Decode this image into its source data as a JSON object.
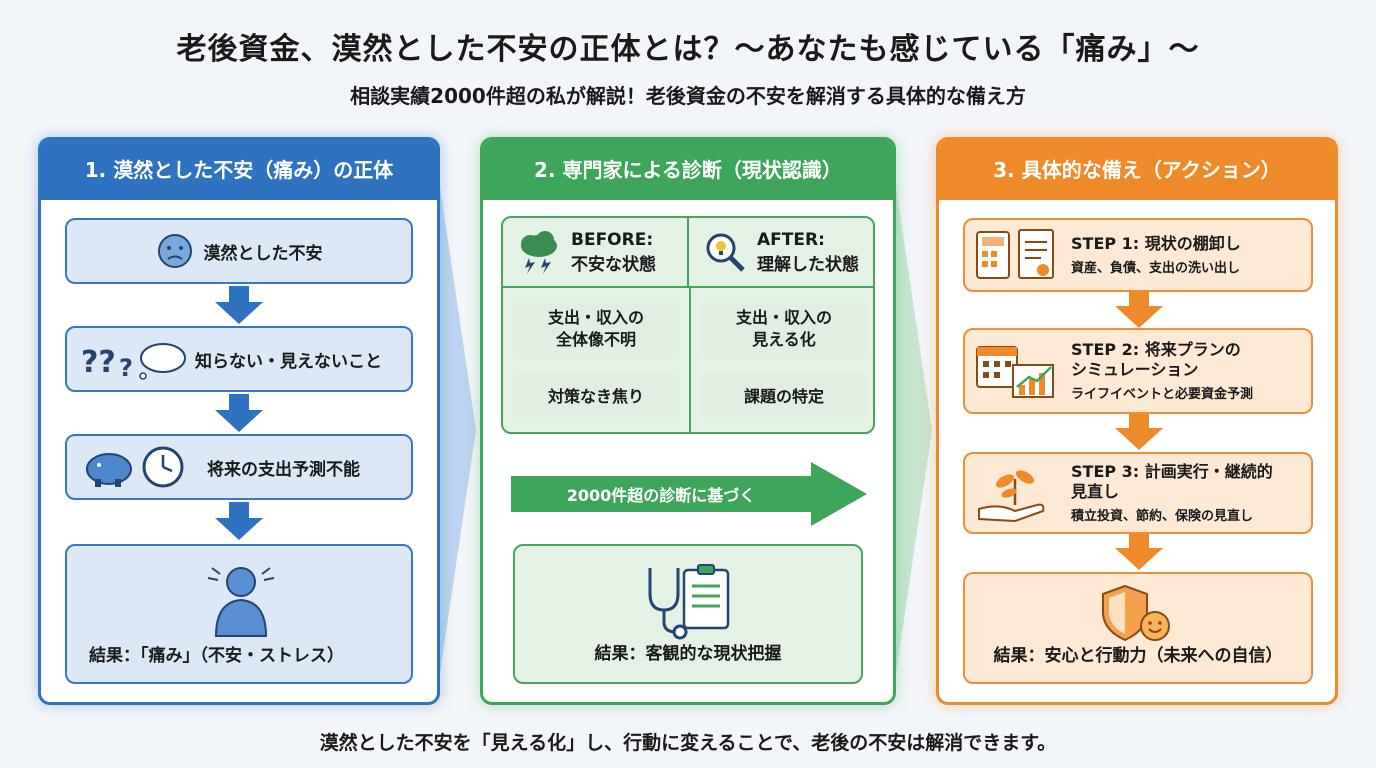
{
  "header": {
    "title": "老後資金、漠然とした不安の正体とは？〜あなたも感じている「痛み」〜",
    "subtitle": "相談実績2000件超の私が解説！老後資金の不安を解消する具体的な備え方"
  },
  "panel1": {
    "heading": "1. 漠然とした不安（痛み）の正体",
    "items": [
      "漠然とした不安",
      "知らない・見えないこと",
      "将来の支出予測不能"
    ],
    "result": "結果：「痛み」（不安・ストレス）"
  },
  "panel2": {
    "heading": "2. 専門家による診断（現状認識）",
    "before_label": "BEFORE:",
    "before_state": "不安な状態",
    "after_label": "AFTER:",
    "after_state": "理解した状態",
    "before_items": [
      "支出・収入の\n全体像不明",
      "対策なき焦り"
    ],
    "after_items": [
      "支出・収入の\n見える化",
      "課題の特定"
    ],
    "arrow_text": "2000件超の診断に基づく",
    "result": "結果：客観的な現状把握"
  },
  "panel3": {
    "heading": "3. 具体的な備え（アクション）",
    "steps": [
      {
        "title": "STEP 1: 現状の棚卸し",
        "desc": "資産、負債、支出の洗い出し"
      },
      {
        "title": "STEP 2: 将来プランの\nシミュレーション",
        "desc": "ライフイベントと必要資金予測"
      },
      {
        "title": "STEP 3: 計画実行・継続的\n見直し",
        "desc": "積立投資、節約、保険の見直し"
      }
    ],
    "result": "結果：安心と行動力（未来への自信）"
  },
  "footer": {
    "text": "漠然とした不安を「見える化」し、行動に変えることで、老後の不安は解消できます。"
  },
  "colors": {
    "blue": "#2f72c0",
    "green": "#3ea65a",
    "orange": "#ef8a2a"
  }
}
